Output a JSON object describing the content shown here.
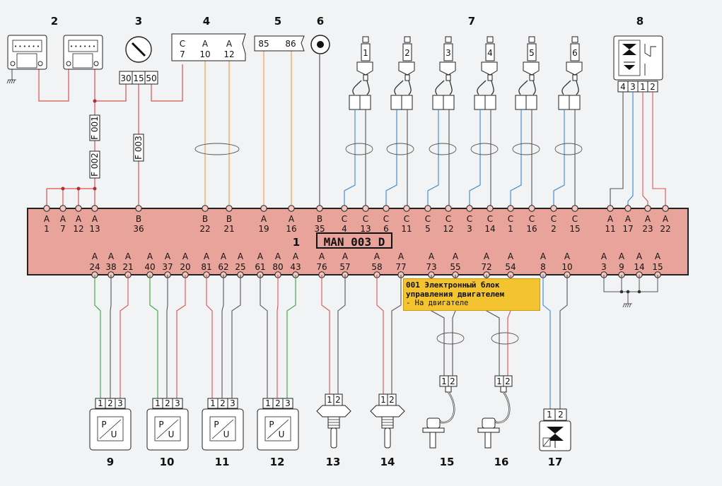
{
  "component_numbers": [
    "2",
    "3",
    "4",
    "5",
    "6",
    "7",
    "8",
    "9",
    "10",
    "11",
    "12",
    "13",
    "14",
    "15",
    "16",
    "17"
  ],
  "ecu": {
    "number": "1",
    "name": "MAN 003 D",
    "top_pins": [
      {
        "row": "A",
        "num": "1"
      },
      {
        "row": "A",
        "num": "7"
      },
      {
        "row": "A",
        "num": "12"
      },
      {
        "row": "A",
        "num": "13"
      },
      {
        "row": "B",
        "num": "36"
      },
      {
        "row": "B",
        "num": "22"
      },
      {
        "row": "B",
        "num": "21"
      },
      {
        "row": "A",
        "num": "19"
      },
      {
        "row": "A",
        "num": "16"
      },
      {
        "row": "B",
        "num": "35"
      },
      {
        "row": "C",
        "num": "4"
      },
      {
        "row": "C",
        "num": "13"
      },
      {
        "row": "C",
        "num": "6"
      },
      {
        "row": "C",
        "num": "11"
      },
      {
        "row": "C",
        "num": "5"
      },
      {
        "row": "C",
        "num": "12"
      },
      {
        "row": "C",
        "num": "3"
      },
      {
        "row": "C",
        "num": "14"
      },
      {
        "row": "C",
        "num": "1"
      },
      {
        "row": "C",
        "num": "16"
      },
      {
        "row": "C",
        "num": "2"
      },
      {
        "row": "C",
        "num": "15"
      },
      {
        "row": "A",
        "num": "11"
      },
      {
        "row": "A",
        "num": "17"
      },
      {
        "row": "A",
        "num": "23"
      },
      {
        "row": "A",
        "num": "22"
      }
    ],
    "bottom_pins": [
      {
        "row": "A",
        "num": "24"
      },
      {
        "row": "A",
        "num": "38"
      },
      {
        "row": "A",
        "num": "21"
      },
      {
        "row": "A",
        "num": "40"
      },
      {
        "row": "A",
        "num": "37"
      },
      {
        "row": "A",
        "num": "20"
      },
      {
        "row": "A",
        "num": "81"
      },
      {
        "row": "A",
        "num": "62"
      },
      {
        "row": "A",
        "num": "25"
      },
      {
        "row": "A",
        "num": "61"
      },
      {
        "row": "A",
        "num": "80"
      },
      {
        "row": "A",
        "num": "43"
      },
      {
        "row": "A",
        "num": "76"
      },
      {
        "row": "A",
        "num": "57"
      },
      {
        "row": "A",
        "num": "58"
      },
      {
        "row": "A",
        "num": "77"
      },
      {
        "row": "A",
        "num": "73"
      },
      {
        "row": "A",
        "num": "55"
      },
      {
        "row": "A",
        "num": "72"
      },
      {
        "row": "A",
        "num": "54"
      },
      {
        "row": "A",
        "num": "8"
      },
      {
        "row": "A",
        "num": "10"
      },
      {
        "row": "A",
        "num": "3"
      },
      {
        "row": "A",
        "num": "9"
      },
      {
        "row": "A",
        "num": "14"
      },
      {
        "row": "A",
        "num": "15"
      }
    ]
  },
  "ignition_switch_terminals": [
    "30",
    "15",
    "50"
  ],
  "fuses": [
    "F 001",
    "F 002",
    "F 003"
  ],
  "connector_4": {
    "top": [
      "C",
      "A",
      "A"
    ],
    "bottom": [
      "7",
      "10",
      "12"
    ]
  },
  "connector_5": [
    "85",
    "86"
  ],
  "injector_labels": [
    "1",
    "2",
    "3",
    "4",
    "5",
    "6"
  ],
  "relay_8_pins": [
    "4",
    "3",
    "1",
    "2"
  ],
  "sensor_pins": [
    "1",
    "2",
    "3"
  ],
  "sensor_symbol": [
    "P",
    "U"
  ],
  "two_pin_labels": [
    "1",
    "2"
  ],
  "tooltip": {
    "title_line1": "001 Электронный блок",
    "title_line2": "управления двигателем",
    "subtitle": "- На двигателе"
  },
  "colors": {
    "ecu_fill": "#e8a49b",
    "wire_red": "#d9534f",
    "wire_orange": "#f0a050",
    "wire_blue": "#3a88d0",
    "wire_green": "#3aa040",
    "wire_gray": "#555555",
    "tooltip_bg": "#f4c430"
  }
}
